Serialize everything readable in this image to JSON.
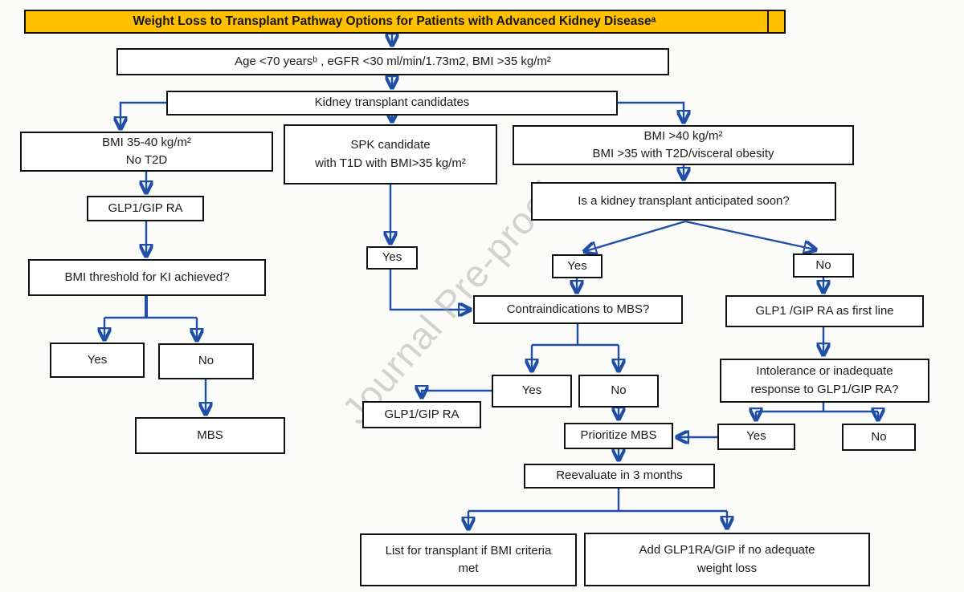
{
  "figure": {
    "title": "Weight Loss to Transplant Pathway Options for Patients with Advanced Kidney Diseaseᵃ",
    "watermark": "Journal Pre-proof"
  },
  "colors": {
    "title_bg": "#FFC000",
    "arrow": "#1F4FA5",
    "box_border": "#111111"
  },
  "nodes": {
    "age_criteria": "Age <70 yearsᵇ , eGFR <30 ml/min/1.73m2, BMI >35 kg/m²",
    "kidney_candidates": "Kidney transplant candidates",
    "bmi_35_40": "BMI 35-40 kg/m²\nNo T2D",
    "glp1_gip_ra_left": "GLP1/GIP RA",
    "bmi_threshold_question": "BMI threshold for KI achieved?",
    "yes_bmi_threshold": "Yes",
    "no_bmi_threshold": "No",
    "mbs": "MBS",
    "spk_candidate": "SPK candidate\nwith T1D with BMI>35 kg/m²",
    "yes_spk": "Yes",
    "bmi_over_40": "BMI >40 kg/m²\nBMI >35 with T2D/visceral obesity",
    "anticipated_question": "Is a kidney transplant anticipated soon?",
    "yes_anticipated": "Yes",
    "no_anticipated": "No",
    "contraindications_question": "Contraindications to MBS?",
    "glp1_first_line": "GLP1 /GIP RA as first line",
    "intolerance_question": "Intolerance or inadequate\nresponse to GLP1/GIP RA?",
    "yes_contraindications": "Yes",
    "no_contraindications": "No",
    "glp1_gip_ra_secondary": "GLP1/GIP RA",
    "prioritize_mbs": "Prioritize MBS",
    "reevaluate": "Reevaluate in 3 months",
    "yes_intolerance": "Yes",
    "no_intolerance": "No",
    "list_for_transplant": "List for transplant if BMI criteria\nmet",
    "add_glp1ra_gip": "Add GLP1RA/GIP if no adequate\nweight loss"
  }
}
